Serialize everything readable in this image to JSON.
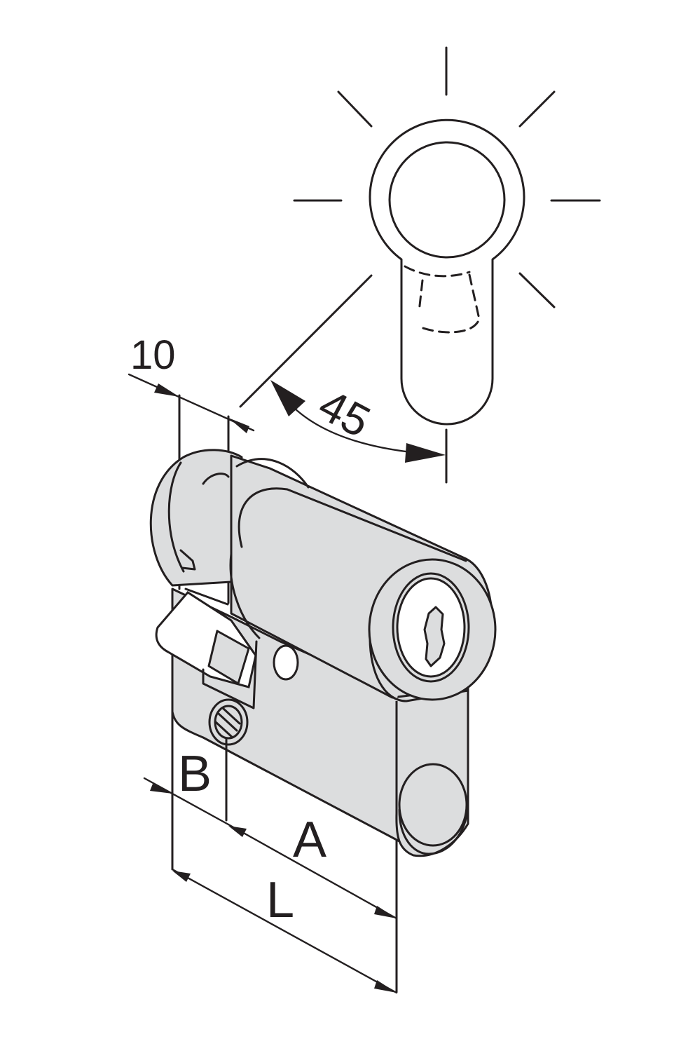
{
  "diagram": {
    "labels": {
      "thickness": "10",
      "angle": "45",
      "b": "B",
      "a": "A",
      "l": "L"
    },
    "colors": {
      "line": "#231f20",
      "body": "#dcddde",
      "background": "#ffffff"
    }
  }
}
